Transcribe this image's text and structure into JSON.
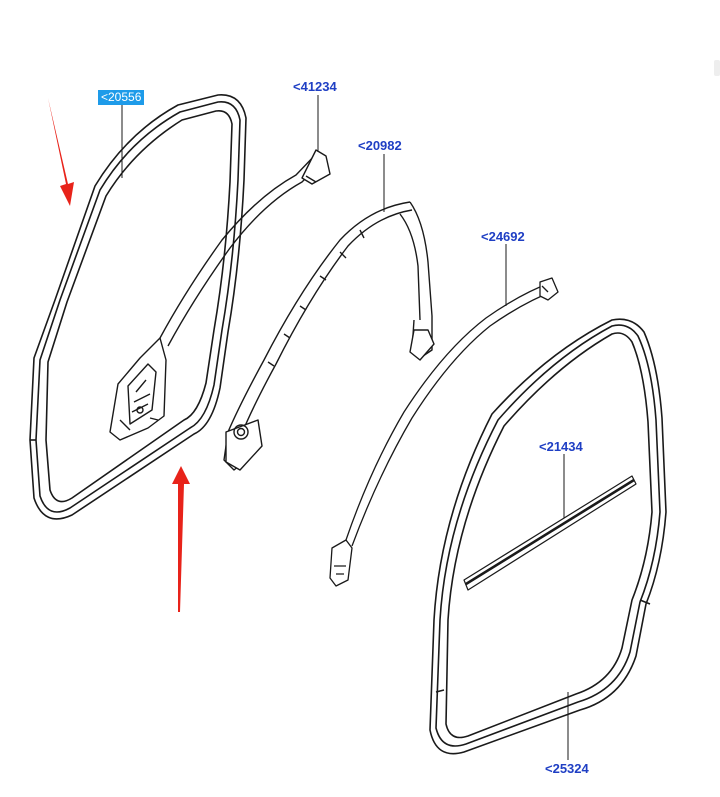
{
  "diagram": {
    "callouts": {
      "part_20556": "<20556",
      "part_41234": "<41234",
      "part_20982": "<20982",
      "part_24692": "<24692",
      "part_21434": "<21434",
      "part_25324": "<25324"
    },
    "selected_part": "part_20556",
    "colors": {
      "outline": "#1a1a1a",
      "callout_text": "#1f3fc4",
      "selected_bg": "#1e9be9",
      "arrow": "#e8231a"
    }
  }
}
